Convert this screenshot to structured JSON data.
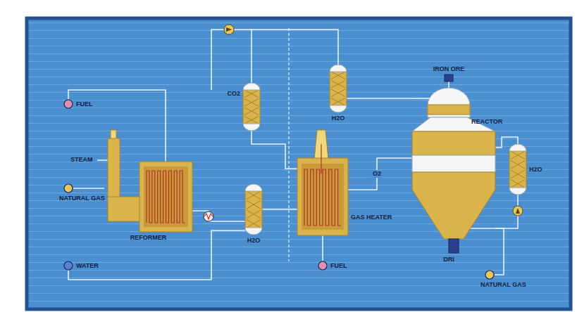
{
  "diagram": {
    "nodes": [
      {
        "text": [
          "FUEL"
        ]
      },
      {
        "text": [
          "NATURAL GAS"
        ]
      },
      {
        "text": [
          "WATER"
        ]
      },
      {
        "text": [
          "REFORMER"
        ]
      },
      {
        "text": [
          "CO2"
        ]
      },
      {
        "text": [
          "H2O"
        ]
      },
      {
        "text": [
          "H2O"
        ]
      },
      {
        "text": [
          "GAS HEATER"
        ]
      },
      {
        "text": [
          "FUEL"
        ]
      },
      {
        "text": [
          "IRON ORE"
        ]
      },
      {
        "text": [
          "REACTOR"
        ]
      },
      {
        "text": [
          "H2O"
        ]
      },
      {
        "text": [
          "NATURAL GAS"
        ]
      }
    ],
    "edges": [
      {
        "from": 0,
        "to": 3,
        "arrow": "none"
      },
      {
        "from": 1,
        "to": 3,
        "arrow": "none"
      },
      {
        "from": 3,
        "to": 6,
        "arrow": "none"
      },
      {
        "from": 2,
        "to": 6,
        "arrow": "none"
      },
      {
        "from": 6,
        "to": 7,
        "arrow": "none"
      },
      {
        "from": 4,
        "to": 7,
        "arrow": "none"
      },
      {
        "from": 5,
        "to": 4,
        "arrow": "none"
      },
      {
        "from": 10,
        "to": 5,
        "arrow": "none"
      },
      {
        "from": 7,
        "to": 10,
        "label": "O2",
        "arrow": "none"
      },
      {
        "from": 9,
        "to": 10,
        "arrow": "none"
      },
      {
        "from": 10,
        "to": 11,
        "arrow": "none"
      },
      {
        "from": 11,
        "to": 10,
        "arrow": "none"
      },
      {
        "from": 12,
        "to": 10,
        "arrow": "none"
      },
      {
        "from": 8,
        "to": 7,
        "arrow": "none"
      }
    ],
    "labels": [
      "STEAM",
      "DRI"
    ]
  }
}
